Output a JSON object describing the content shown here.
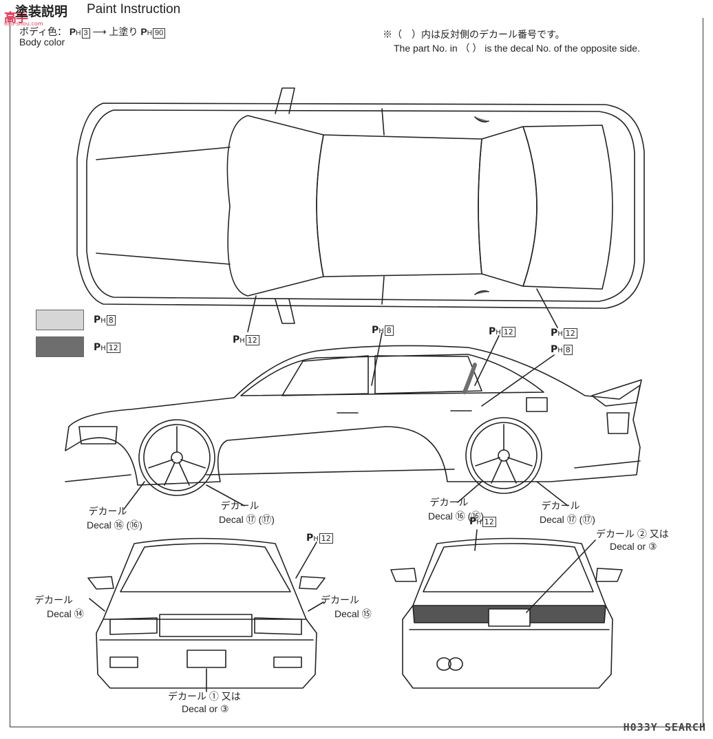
{
  "header": {
    "title_jp": "塗装説明",
    "title_en": "Paint Instruction",
    "logo": "高手",
    "logo_url": "oao-shou.com"
  },
  "body_color": {
    "jp_prefix": "ボディ色：",
    "base_code": "3",
    "arrow": "⟶",
    "over_jp": "上塗り",
    "top_code": "90",
    "en": "Body color"
  },
  "note": {
    "jp": "※（　）内は反対側のデカール番号です。",
    "en": "The part No. in （ ） is the decal No. of the opposite side."
  },
  "legend": [
    {
      "code": "8",
      "color": "#d6d6d6"
    },
    {
      "code": "12",
      "color": "#6e6e6e"
    }
  ],
  "callouts": {
    "top_left": "12",
    "top_right": "12",
    "side_pillar": "8",
    "side_c12": "12",
    "side_c8": "8",
    "rear_top": "12",
    "front_top": "12"
  },
  "decals": {
    "front_wheel": {
      "jp": "デカール",
      "en": "Decal",
      "num": "⑯ (⑯)"
    },
    "front_rim": {
      "jp": "デカール",
      "en": "Decal",
      "num": "⑰ (⑰)"
    },
    "rear_wheel": {
      "jp": "デカール",
      "en": "Decal",
      "num": "⑯ (⑯)"
    },
    "rear_rim": {
      "jp": "デカール",
      "en": "Decal",
      "num": "⑰ (⑰)"
    },
    "front_left": {
      "jp": "デカール",
      "en": "Decal",
      "num": "⑭"
    },
    "front_right": {
      "jp": "デカール",
      "en": "Decal",
      "num": "⑮"
    },
    "front_plate": {
      "jp": "デカール",
      "en": "Decal",
      "num": "①",
      "or_jp": "又は",
      "or_en": "or",
      "alt": "③"
    },
    "rear_plate": {
      "jp": "デカール",
      "en": "Decal",
      "num": "②",
      "or_jp": "又は",
      "or_en": "or",
      "alt": "③"
    }
  },
  "watermark": "H033Y SEARCH"
}
